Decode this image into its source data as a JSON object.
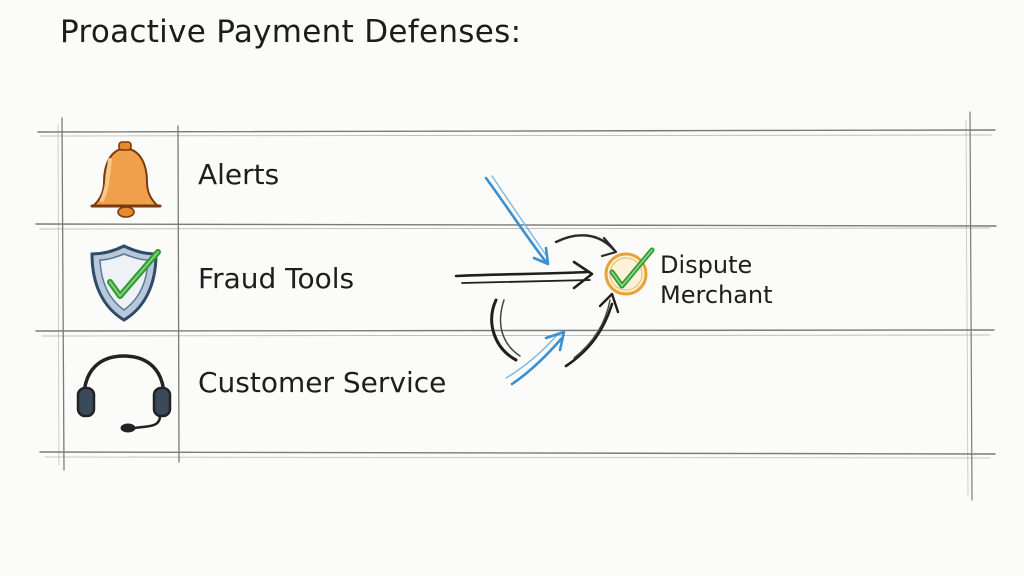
{
  "title": "Proactive Payment Defenses:",
  "rows": [
    {
      "label": "Alerts",
      "icon": "bell-icon"
    },
    {
      "label": "Fraud Tools",
      "icon": "shield-check-icon"
    },
    {
      "label": "Customer Service",
      "icon": "headset-icon"
    }
  ],
  "target": {
    "line1": "Dispute",
    "line2": "Merchant",
    "icon": "check-circle-icon"
  },
  "colors": {
    "ink": "#2a2a2a",
    "bell": "#e8892e",
    "shield": "#4a6a8a",
    "check": "#3aa83a",
    "blue_arrow": "#3d8fd0",
    "target_ring": "#e8a23a"
  }
}
